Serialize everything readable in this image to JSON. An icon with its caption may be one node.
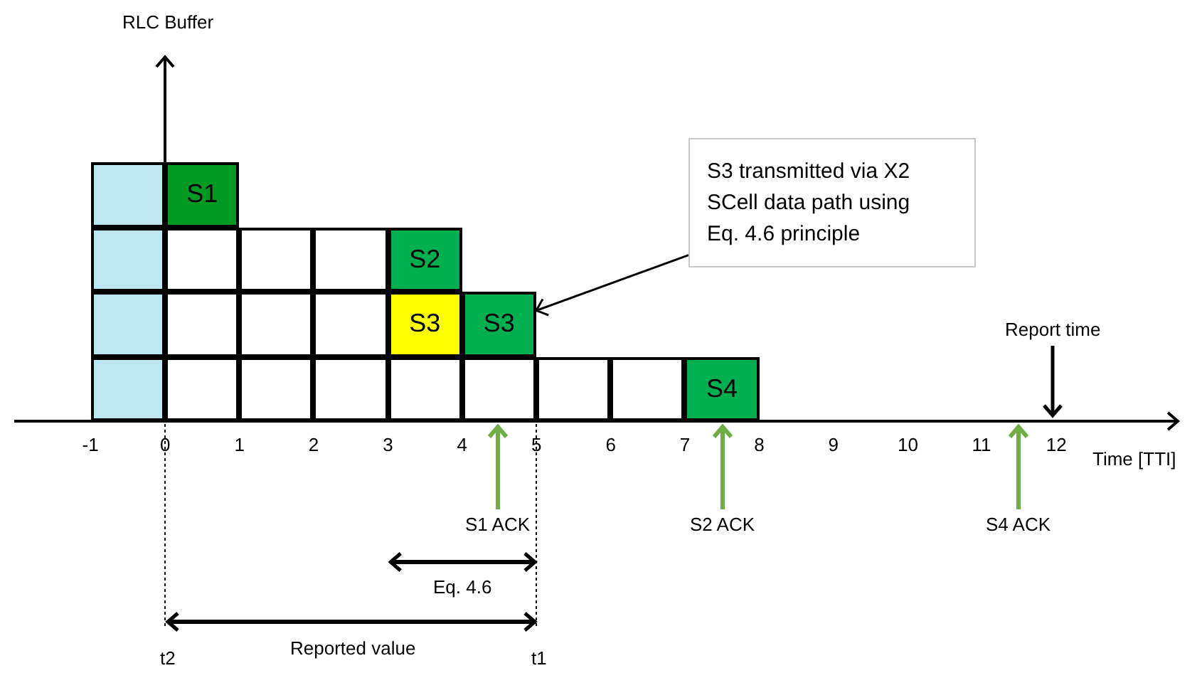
{
  "diagram": {
    "nodes": [
      {
        "text": [
          "S3 transmitted via X2 SCell data path using Eq. 4.6 principle"
        ]
      },
      {
        "text": [],
        "shape": "box"
      },
      {
        "text": [
          "S1"
        ]
      },
      {
        "text": [],
        "shape": "box"
      },
      {
        "text": [],
        "shape": "box"
      },
      {
        "text": [],
        "shape": "box"
      },
      {
        "text": [],
        "shape": "box"
      },
      {
        "text": [
          "S2"
        ]
      },
      {
        "text": [],
        "shape": "box"
      },
      {
        "text": [],
        "shape": "box"
      },
      {
        "text": [],
        "shape": "box"
      },
      {
        "text": [],
        "shape": "box"
      },
      {
        "text": [
          "S3"
        ]
      },
      {
        "text": [
          "S3"
        ]
      },
      {
        "text": [],
        "shape": "box"
      },
      {
        "text": [],
        "shape": "box"
      },
      {
        "text": [],
        "shape": "box"
      },
      {
        "text": [],
        "shape": "box"
      },
      {
        "text": [],
        "shape": "box"
      },
      {
        "text": [],
        "shape": "box"
      },
      {
        "text": [],
        "shape": "box"
      },
      {
        "text": [],
        "shape": "box"
      },
      {
        "text": [
          "S4"
        ]
      }
    ],
    "edges": [
      {
        "from": 0,
        "to": 13,
        "arrow": "to"
      }
    ],
    "labels": [
      "RLC Buffer",
      "Report time",
      "-1",
      "0",
      "1",
      "2",
      "3",
      "4",
      "5",
      "6",
      "7",
      "8",
      "9",
      "10",
      "11",
      "12",
      "Time [TTI]",
      "S1 ACK",
      "S2 ACK",
      "S4 ACK",
      "Eq. 4.6",
      "t2",
      "Reported value",
      "t1"
    ]
  }
}
